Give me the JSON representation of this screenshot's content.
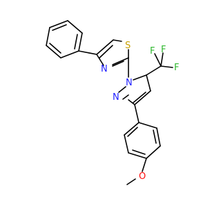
{
  "molecule": {
    "atom_labels": {
      "sulfur": "S",
      "thiazole_nitrogen": "N",
      "pyrazole_n1": "N",
      "pyrazole_n2": "N",
      "oxygen": "O",
      "fluorine_1": "F",
      "fluorine_2": "F",
      "fluorine_3": "F"
    },
    "colors": {
      "bond": "#000000",
      "sulfur": "#c8a000",
      "nitrogen": "#1f1fff",
      "oxygen": "#ff0d0d",
      "fluorine": "#2fb82f"
    }
  }
}
